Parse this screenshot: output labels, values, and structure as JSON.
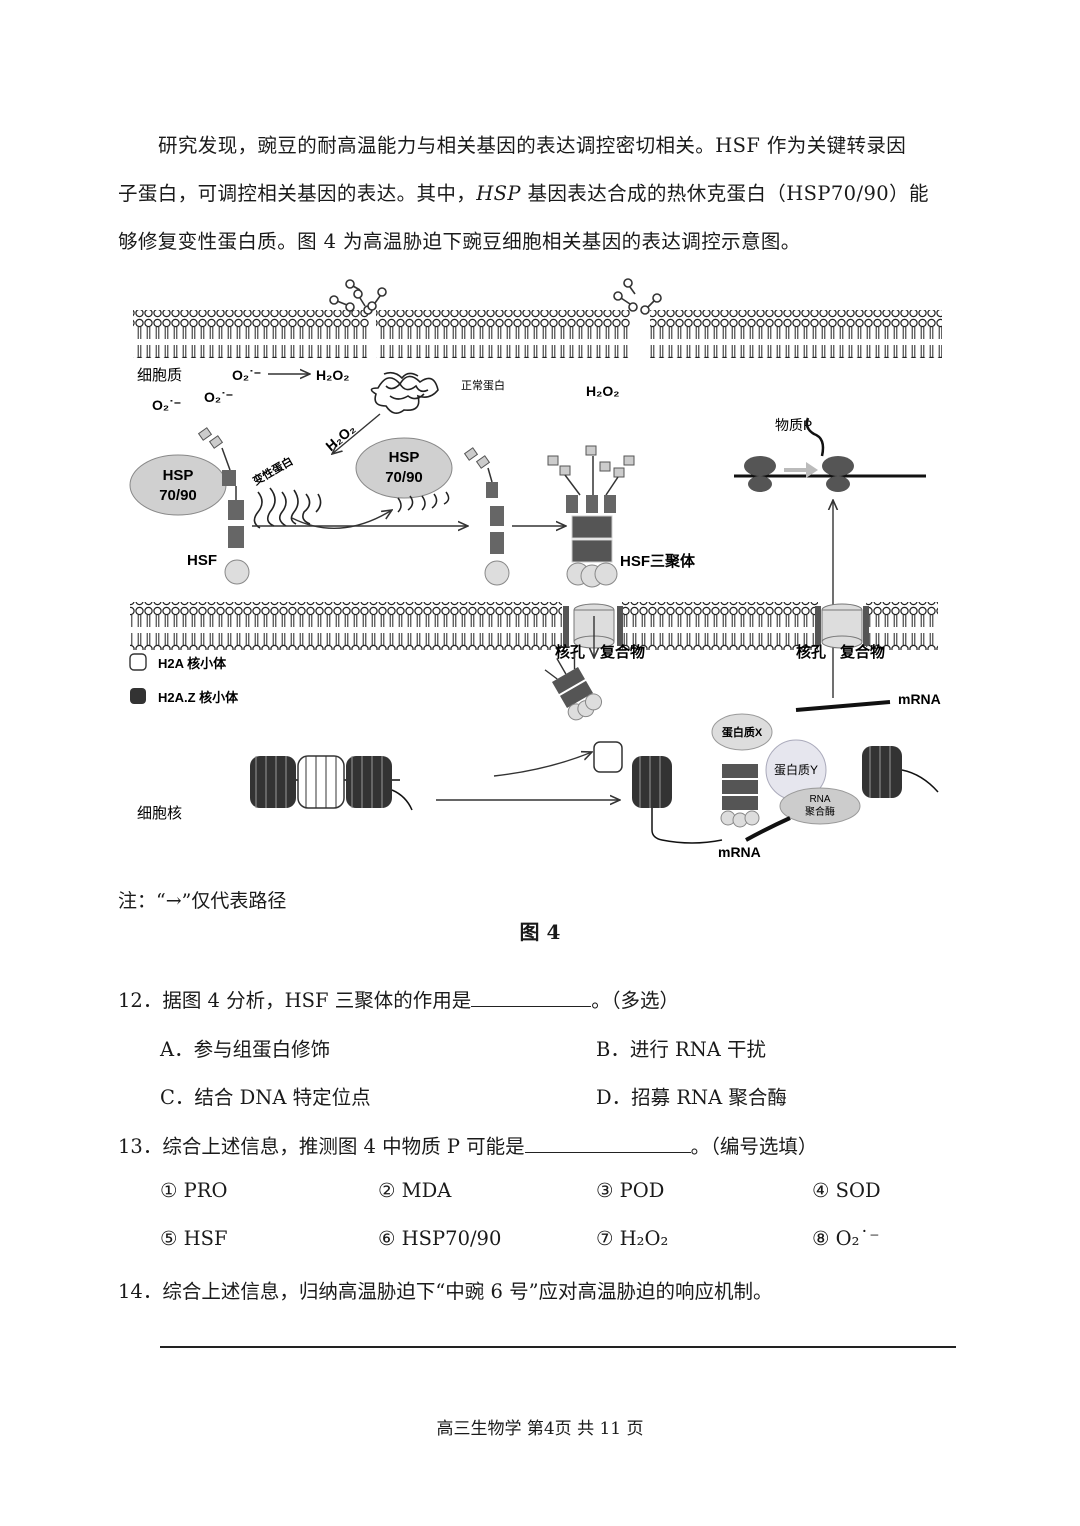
{
  "intro": {
    "line1": "研究发现，豌豆的耐高温能力与相关基因的表达调控密切相关。HSF 作为关键转录因",
    "line2_a": "子蛋白，可调控相关基因的表达。其中，",
    "line2_hsp": "HSP",
    "line2_b": " 基因表达合成的热休克蛋白（HSP70/90）能",
    "line3": "够修复变性蛋白质。图 4 为高温胁迫下豌豆细胞相关基因的表达调控示意图。"
  },
  "figure": {
    "cytoplasm": "细胞质",
    "o2_reaction_left": "O₂˙⁻",
    "o2_reaction_right": "H₂O₂",
    "o2_a": "O₂˙⁻",
    "o2_b": "O₂˙⁻",
    "normal_protein": "正常蛋白",
    "h2o2_arrow": "H₂O₂",
    "h2o2_right": "H₂O₂",
    "hsp_left_1": "HSP",
    "hsp_left_2": "70/90",
    "hsp_mid_1": "HSP",
    "hsp_mid_2": "70/90",
    "denatured": "变性蛋白",
    "hsf": "HSF",
    "hsf_trimer": "HSF三聚体",
    "substance_p": "物质P",
    "npc_left_a": "核孔",
    "npc_left_b": "复合物",
    "npc_right_a": "核孔",
    "npc_right_b": "复合物",
    "legend_h2a": "H2A 核小体",
    "legend_h2az": "H2A.Z 核小体",
    "mrna_top": "mRNA",
    "mrna_bottom": "mRNA",
    "protein_x": "蛋白质X",
    "protein_y": "蛋白质Y",
    "rna_pol_1": "RNA",
    "rna_pol_2": "聚合酶",
    "nucleus": "细胞核"
  },
  "note": "注：“→”仅代表路径",
  "caption": "图 4",
  "q12": {
    "text": "12．据图 4 分析，HSF 三聚体的作用是",
    "tail": "。（多选）",
    "options": [
      "A．参与组蛋白修饰",
      "B．进行 RNA 干扰",
      "C．结合 DNA 特定位点",
      "D．招募 RNA 聚合酶"
    ]
  },
  "q13": {
    "text": "13．综合上述信息，推测图 4 中物质 P 可能是",
    "tail": "。（编号选填）",
    "options": [
      "① PRO",
      "② MDA",
      "③ POD",
      "④ SOD",
      "⑤ HSF",
      "⑥ HSP70/90",
      "⑦ H₂O₂",
      "⑧ O₂˙⁻"
    ]
  },
  "q14": {
    "text": "14．综合上述信息，归纳高温胁迫下“中豌 6 号”应对高温胁迫的响应机制。"
  },
  "footer": "高三生物学    第4页    共 11 页"
}
